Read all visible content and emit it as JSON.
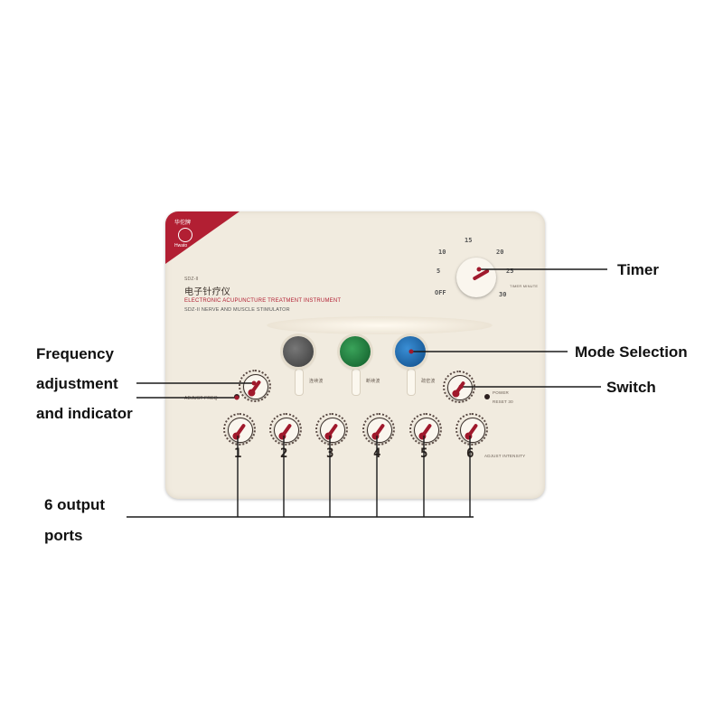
{
  "device": {
    "badge_text": "华佗牌",
    "badge_sub": "Hwato",
    "model": "SDZ-II",
    "cn_title": "电子针疗仪",
    "en_title": "ELECTRONIC ACUPUNCTURE TREATMENT INSTRUMENT",
    "en_sub": "SDZ-II NERVE AND MUSCLE STIMULATOR",
    "mode_buttons": [
      {
        "color": "#4f4f4f",
        "label": "连续波"
      },
      {
        "color": "#1e7a3a",
        "label": "断续波"
      },
      {
        "color": "#1d6bb0",
        "label": "疏密波"
      }
    ],
    "freq_label": "ADJUST FREQ",
    "switch_labels": [
      "POWER",
      "RESET 30"
    ],
    "adjust_intensity": "ADJUST INTENSITY",
    "timer_marks": [
      "5",
      "10",
      "15",
      "20",
      "25",
      "30",
      "OFF"
    ],
    "timer_unit": "TIMER MINUTE",
    "ports": [
      "1",
      "2",
      "3",
      "4",
      "5",
      "6"
    ]
  },
  "callouts": {
    "timer": "Timer",
    "mode": "Mode Selection",
    "switch": "Switch",
    "frequency": [
      "Frequency",
      "adjustment",
      "and indicator"
    ],
    "ports": [
      "6 output",
      "ports"
    ]
  },
  "colors": {
    "accent": "#b21f33",
    "line": "#7a1428"
  }
}
